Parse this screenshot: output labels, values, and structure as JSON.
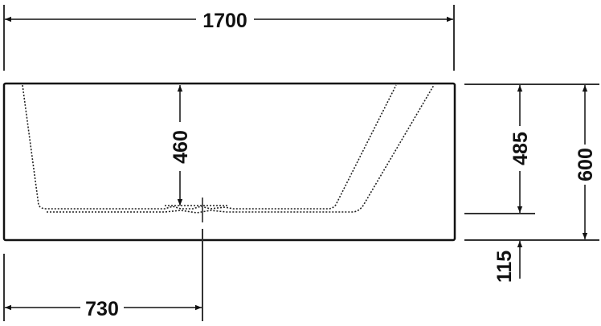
{
  "drawing": {
    "subject": "bathtub side elevation",
    "units": "mm",
    "dimensions": {
      "overall_length": "1700",
      "inner_depth": "460",
      "height_without_feet": "485",
      "overall_height": "600",
      "feet_height": "115",
      "drain_offset": "730"
    }
  }
}
